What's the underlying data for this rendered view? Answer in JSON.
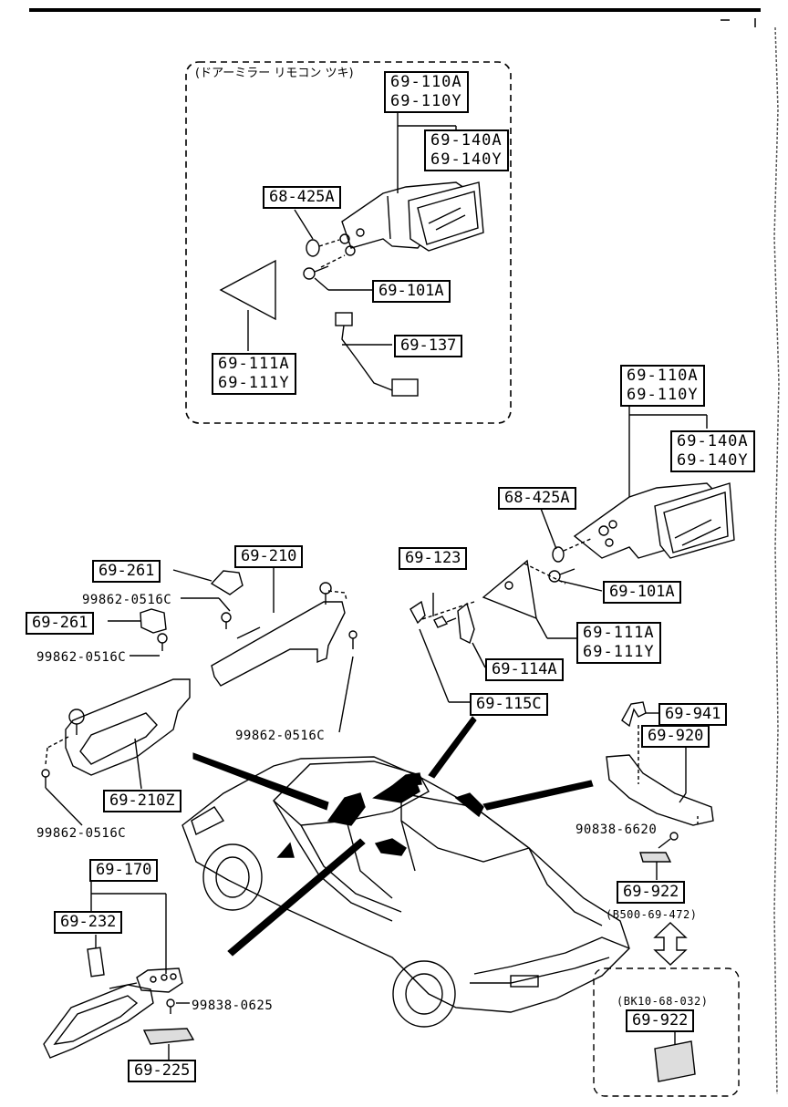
{
  "inset_mirror": {
    "title": "(ドアーミラー リモコン ツキ)",
    "housing": [
      "69-110A",
      "69-110Y"
    ],
    "glass": [
      "69-140A",
      "69-140Y"
    ],
    "cap": "68-425A",
    "screw": "69-101A",
    "trim": [
      "69-111A",
      "69-111Y"
    ],
    "harness": "69-137"
  },
  "door_mirror": {
    "housing": [
      "69-110A",
      "69-110Y"
    ],
    "glass": [
      "69-140A",
      "69-140Y"
    ],
    "cap": "68-425A",
    "screw": "69-101A",
    "trim": [
      "69-111A",
      "69-111Y"
    ],
    "bracket": "69-114A",
    "clip_part": "69-123",
    "clip_b": "69-115C"
  },
  "sun_visor": {
    "holder_top": "69-261",
    "screw_top": "99862-0516C",
    "holder_mid": "69-261",
    "screw_mid": "99862-0516C",
    "visor_right": "69-210",
    "screw_visor_right": "99862-0516C",
    "visor_left": "69-210Z",
    "screw_visor_left": "99862-0516C"
  },
  "assist_grip": {
    "clip": "69-941",
    "grip": "69-920",
    "screw": "90838-6620",
    "cover": "69-922",
    "cover_ref": "(B500-69-472)",
    "alt_ref": "(BK10-68-032)",
    "alt_cover": "69-922"
  },
  "rear_view_mirror": {
    "assembly": "69-170",
    "part_a": "69-232",
    "screw": "99838-0625",
    "base": "69-225"
  }
}
